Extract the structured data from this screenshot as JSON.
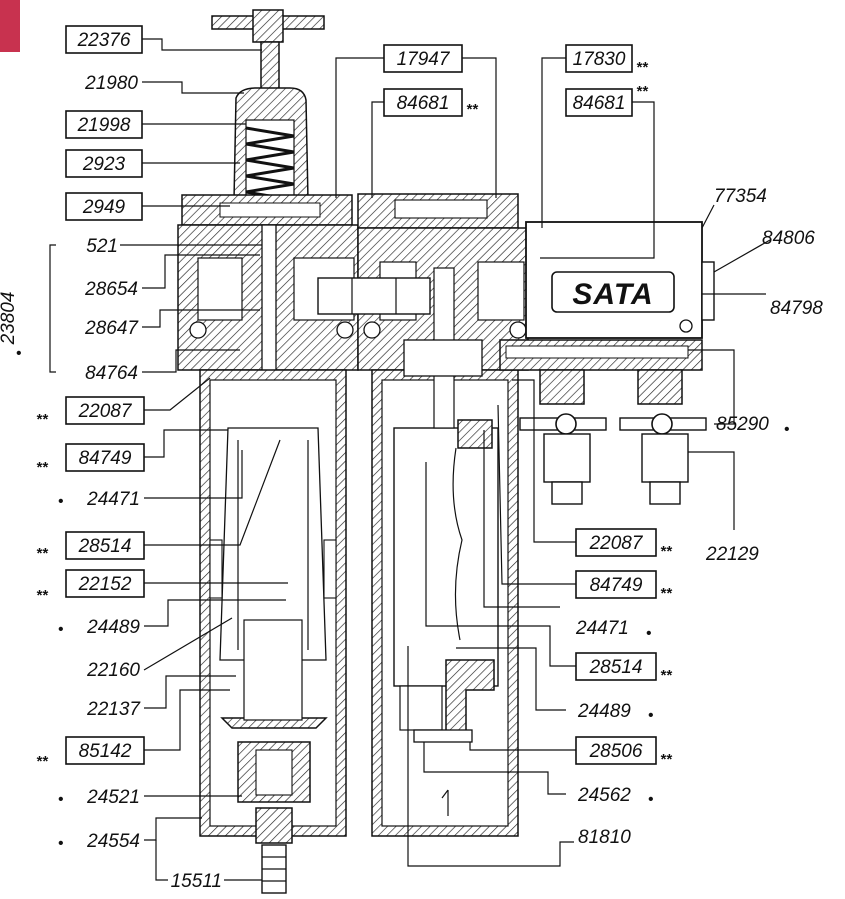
{
  "brand": "SATA",
  "labels": {
    "l22376": "22376",
    "l21980": "21980",
    "l21998": "21998",
    "l2923": "2923",
    "l2949": "2949",
    "l521": "521",
    "l28654": "28654",
    "l28647": "28647",
    "l84764": "84764",
    "l22087a": "22087",
    "l84749a": "84749",
    "l24471a": "24471",
    "l28514a": "28514",
    "l22152": "22152",
    "l24489a": "24489",
    "l22160": "22160",
    "l22137": "22137",
    "l85142": "85142",
    "l24521": "24521",
    "l24554": "24554",
    "l15511": "15511",
    "l17947": "17947",
    "l84681a": "84681",
    "l17830": "17830",
    "l84681b": "84681",
    "l77354": "77354",
    "l84806": "84806",
    "l84798": "84798",
    "l85290": "85290",
    "l22129": "22129",
    "l22087b": "22087",
    "l84749b": "84749",
    "l24471b": "24471",
    "l28514b": "28514",
    "l24489b": "24489",
    "l28506": "28506",
    "l24562": "24562",
    "l81810": "81810",
    "l23804": "23804"
  },
  "marks": {
    "double_star": "**",
    "dot": "•"
  }
}
